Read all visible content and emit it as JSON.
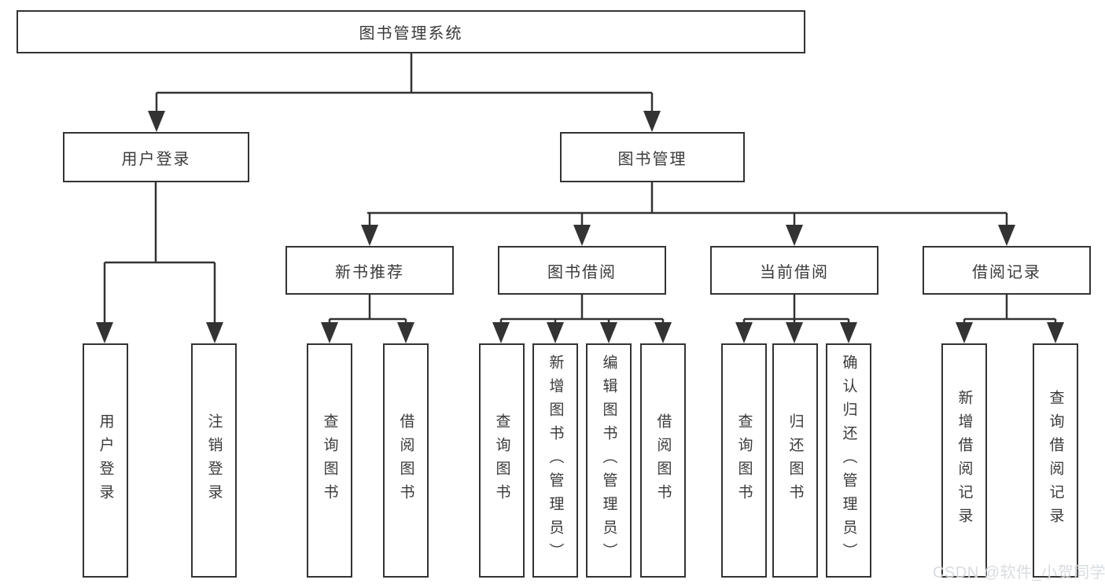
{
  "diagram": {
    "root": "图书管理系统",
    "level2": {
      "user_login": "用户登录",
      "book_mgmt": "图书管理"
    },
    "level3": {
      "new_book_rec": "新书推荐",
      "book_borrow": "图书借阅",
      "current_borrow": "当前借阅",
      "borrow_record": "借阅记录"
    },
    "leaves": {
      "user_login": [
        "用户登录",
        "注销登录"
      ],
      "new_book_rec": [
        "查询图书",
        "借阅图书"
      ],
      "book_borrow": [
        "查询图书",
        "新增图书（管理员）",
        "编辑图书（管理员）",
        "借阅图书"
      ],
      "current_borrow": [
        "查询图书",
        "归还图书",
        "确认归还（管理员）"
      ],
      "borrow_record": [
        "新增借阅记录",
        "查询借阅记录"
      ]
    }
  },
  "watermark": "CSDN @软件_小贺同学",
  "colors": {
    "line": "#333333",
    "text": "#3a3a3a",
    "background": "#ffffff",
    "watermark": "#d5d9dd"
  }
}
